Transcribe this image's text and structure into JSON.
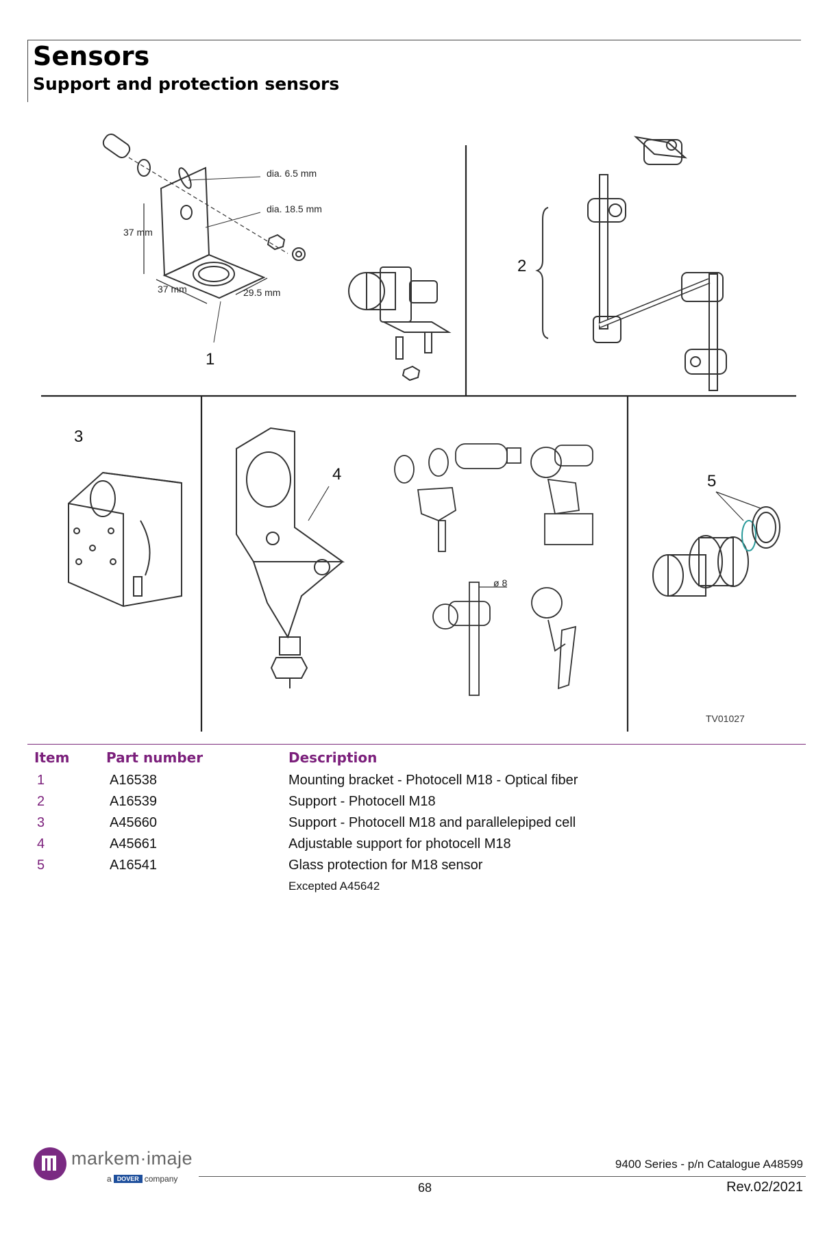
{
  "header": {
    "title": "Sensors",
    "subtitle": "Support and protection sensors"
  },
  "figure": {
    "labels": {
      "dia_small": "dia. 6.5 mm",
      "dia_large": "dia. 18.5 mm",
      "height": "37 mm",
      "width": "37 mm",
      "depth": "29.5 mm",
      "rod_dia": "ø 8"
    },
    "item_numbers": [
      "1",
      "2",
      "3",
      "4",
      "5"
    ],
    "reference": "TV01027"
  },
  "table": {
    "headers": {
      "item": "Item",
      "part_number": "Part number",
      "description": "Description"
    },
    "rows": [
      {
        "item": "1",
        "part": "A16538",
        "desc": "Mounting bracket - Photocell M18 - Optical fiber"
      },
      {
        "item": "2",
        "part": "A16539",
        "desc": "Support - Photocell M18"
      },
      {
        "item": "3",
        "part": "A45660",
        "desc": "Support - Photocell M18 and parallelepiped cell"
      },
      {
        "item": "4",
        "part": "A45661",
        "desc": "Adjustable support for photocell M18"
      },
      {
        "item": "5",
        "part": "A16541",
        "desc": "Glass protection for M18 sensor"
      }
    ],
    "note": "Excepted A45642"
  },
  "footer": {
    "logo_name": "markem·imaje",
    "logo_tagline_pre": "a",
    "logo_tagline_brand": "DOVER",
    "logo_tagline_post": "company",
    "series": "9400 Series - p/n Catalogue A48599",
    "page_number": "68",
    "revision": "Rev.02/2021"
  },
  "colors": {
    "accent": "#7b1f7b",
    "logo_purple": "#7a2a82",
    "dover_blue": "#1e4f9c"
  }
}
